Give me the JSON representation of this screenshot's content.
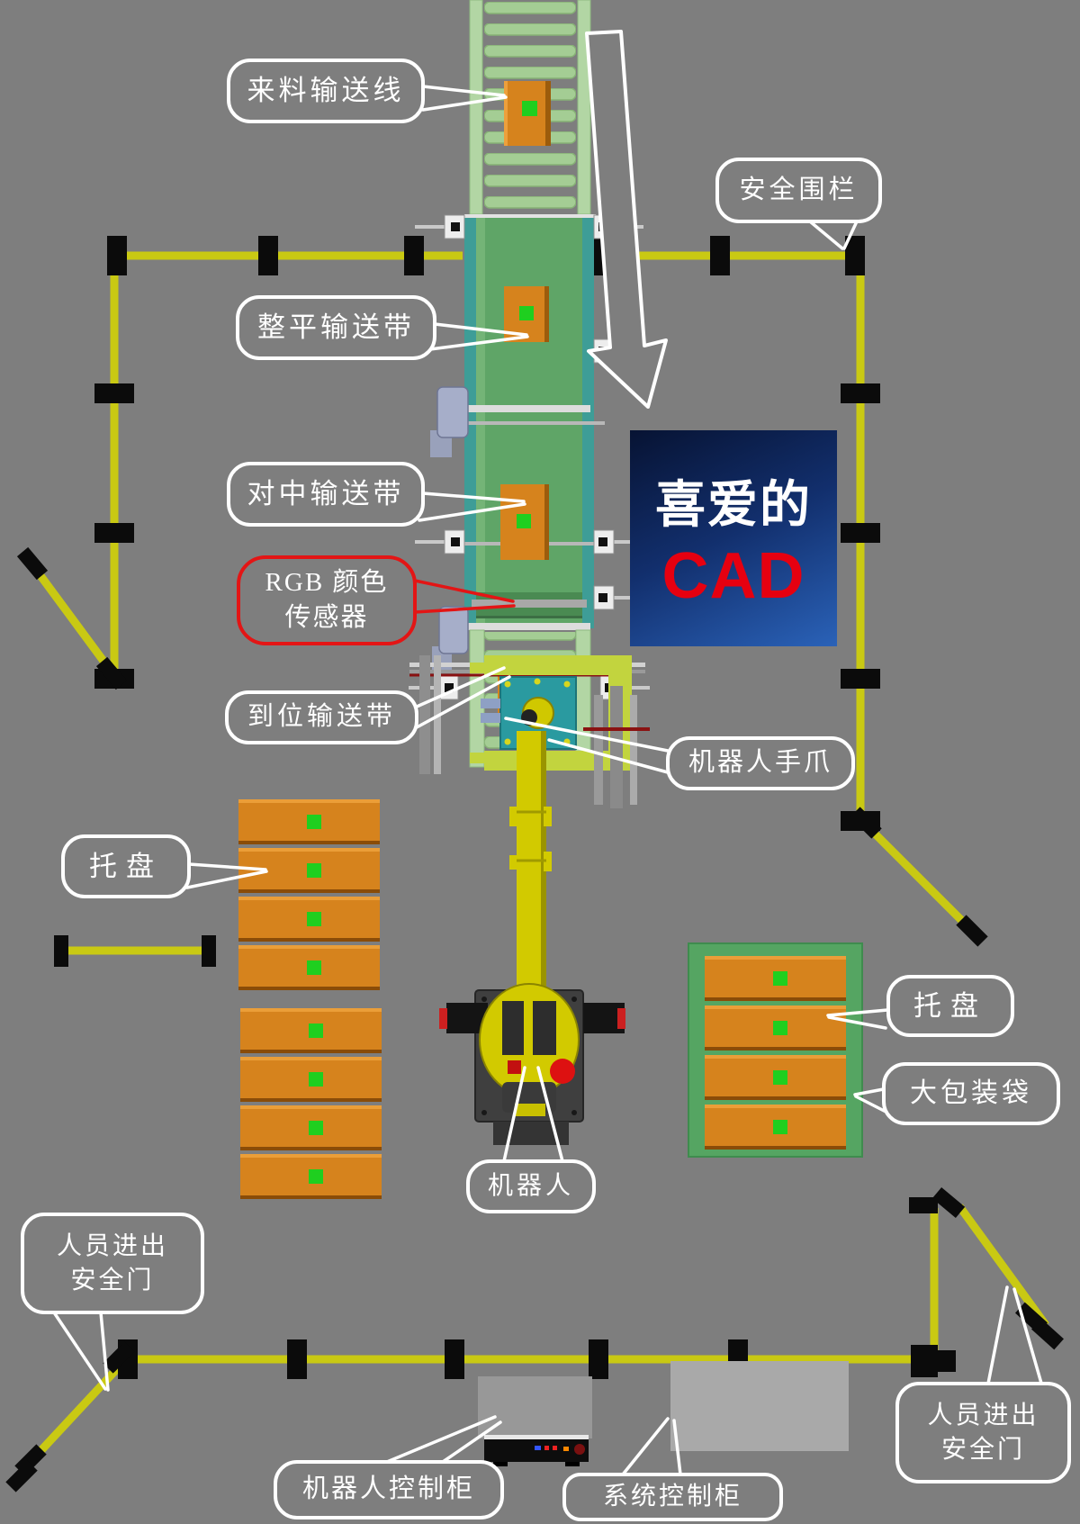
{
  "scene": {
    "description": "top-view layout diagram of robotic palletizing cell",
    "background_color": "#7e7e7e"
  },
  "watermark": {
    "line1": "喜爱的",
    "line2": "CAD",
    "line1_color": "#ffffff",
    "line2_color": "#e60010"
  },
  "labels": {
    "incoming_line": "来料输送线",
    "safety_fence": "安全围栏",
    "flattening_conveyor": "整平输送带",
    "centering_conveyor": "对中输送带",
    "rgb_sensor_line1": "RGB 颜色",
    "rgb_sensor_line2": "传感器",
    "inposition_conveyor": "到位输送带",
    "robot_gripper": "机器人手爪",
    "pallet_left": "托盘",
    "pallet_right": "托盘",
    "big_bag": "大包装袋",
    "robot": "机器人",
    "left_door_line1": "人员进出",
    "left_door_line2": "安全门",
    "right_door_line1": "人员进出",
    "right_door_line2": "安全门",
    "robot_cabinet": "机器人控制柜",
    "system_cabinet": "系统控制柜"
  },
  "colors": {
    "fence_yellow": "#c9c913",
    "post_black": "#0b0b0b",
    "belt_green": "#5fa567",
    "roller_green": "#a4cd94",
    "rail_teal": "#3e9d97",
    "carton_orange": "#d6831d",
    "marker_green": "#1fcf1f",
    "robot_yellow": "#d2ca00",
    "robot_red": "#dd1111",
    "bag_green": "#55a562",
    "callout_border": "#ffffff",
    "rgb_callout_border": "#e31515"
  }
}
